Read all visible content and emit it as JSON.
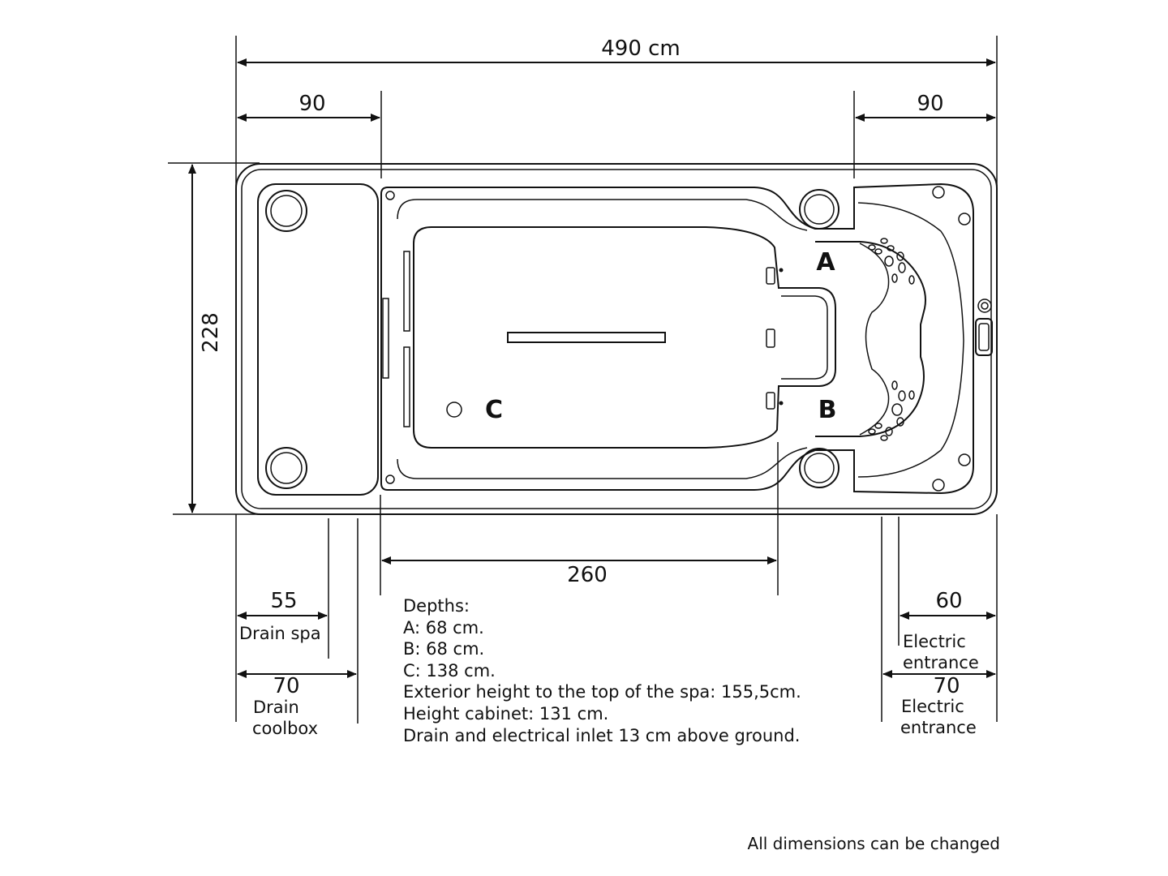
{
  "dimensions": {
    "total_length": "490 cm",
    "left_section": "90",
    "right_section": "90",
    "width": "228",
    "pool_length": "260",
    "drain_spa": {
      "value": "55",
      "label": "Drain spa"
    },
    "drain_coolbox": {
      "value": "70",
      "label_line1": "Drain",
      "label_line2": "coolbox"
    },
    "electric_entrance_1": {
      "value": "60",
      "label_line1": "Electric",
      "label_line2": "entrance"
    },
    "electric_entrance_2": {
      "value": "70",
      "label_line1": "Electric",
      "label_line2": "entrance"
    }
  },
  "zones": {
    "a": "A",
    "b": "B",
    "c": "C"
  },
  "notes": {
    "heading": "Depths:",
    "lines": [
      "A:  68 cm.",
      "B:  68 cm.",
      "C: 138 cm.",
      "Exterior height to the top of the spa: 155,5cm.",
      "Height cabinet: 131 cm.",
      "Drain and electrical inlet 13 cm above ground."
    ]
  },
  "footer": "All dimensions can be changed"
}
